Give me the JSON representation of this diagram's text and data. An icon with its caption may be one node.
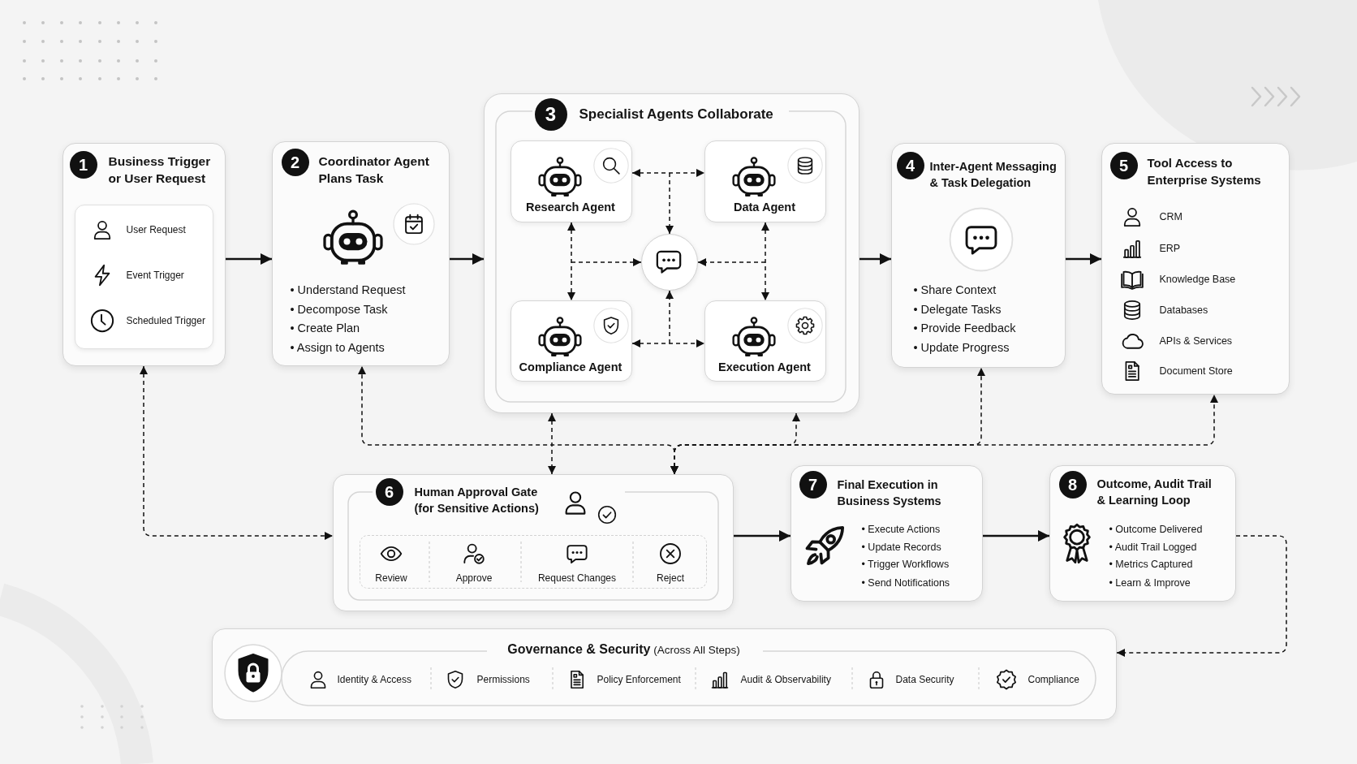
{
  "diagram": {
    "nodes": [
      {
        "text": [
          "1",
          "Business Trigger or User Request"
        ]
      },
      {
        "text": [
          "User Request",
          "Event Trigger",
          "Scheduled Trigger"
        ],
        "in": 0
      },
      {
        "text": [
          "2",
          "Coordinator Agent Plans Task",
          "• Understand Request",
          "• Decompose Task",
          "• Create Plan",
          "• Assign to Agents"
        ]
      },
      {
        "text": [
          "3",
          "Specialist Agents Collaborate"
        ]
      },
      {
        "text": [
          "Research Agent"
        ],
        "in": 3
      },
      {
        "text": [
          "Data Agent"
        ],
        "in": 3
      },
      {
        "text": [],
        "shape": "circle",
        "in": 3
      },
      {
        "text": [
          "Compliance Agent"
        ],
        "in": 3
      },
      {
        "text": [
          "Execution Agent"
        ],
        "in": 3
      },
      {
        "text": [
          "4",
          "Inter-Agent Messaging & Task Delegation",
          "• Share Context",
          "• Delegate Tasks",
          "• Provide Feedback",
          "• Update Progress"
        ]
      },
      {
        "text": [
          "5",
          "Tool Access to Enterprise Systems",
          "CRM",
          "ERP",
          "Knowledge Base",
          "Databases",
          "APIs & Services",
          "Document Store"
        ]
      },
      {
        "text": [
          "6",
          "Human Approval Gate (for Sensitive Actions)"
        ]
      },
      {
        "text": [
          "Review",
          "Approve",
          "Request Changes",
          "Reject"
        ],
        "in": 11
      },
      {
        "text": [
          "7",
          "Final Execution in Business Systems",
          "• Execute Actions",
          "• Update Records",
          "• Trigger Workflows",
          "• Send Notifications"
        ]
      },
      {
        "text": [
          "8",
          "Outcome, Audit Trail & Learning Loop",
          "• Outcome Delivered",
          "• Audit Trail Logged",
          "• Metrics Captured",
          "• Learn & Improve"
        ]
      },
      {
        "text": [
          "**Governance & Security** (Across All Steps)",
          "Identity & Access",
          "Permissions",
          "Policy Enforcement",
          "Audit & Observability",
          "Data Security",
          "Compliance"
        ]
      }
    ],
    "edges": [
      {
        "from": 0,
        "to": 2,
        "arrow": "to"
      },
      {
        "from": 2,
        "to": 3,
        "arrow": "to"
      },
      {
        "from": 3,
        "to": 9,
        "arrow": "to"
      },
      {
        "from": 9,
        "to": 10,
        "arrow": "to"
      },
      {
        "from": 4,
        "to": 5,
        "arrow": "both",
        "style": "dashed"
      },
      {
        "from": 4,
        "to": 7,
        "arrow": "both",
        "style": "dashed"
      },
      {
        "from": 5,
        "to": 8,
        "arrow": "both",
        "style": "dashed"
      },
      {
        "from": 7,
        "to": 8,
        "arrow": "both",
        "style": "dashed"
      },
      {
        "from": null,
        "to": 6,
        "arrow": "to",
        "style": "dashed"
      },
      {
        "from": null,
        "to": 6,
        "arrow": "to",
        "style": "dashed"
      },
      {
        "from": null,
        "to": 6,
        "arrow": "to",
        "style": "dashed"
      },
      {
        "from": null,
        "to": 6,
        "arrow": "to",
        "style": "dashed"
      },
      {
        "from": 0,
        "to": 11,
        "arrow": "both",
        "style": "dashed"
      },
      {
        "from": 3,
        "to": 11,
        "arrow": "both",
        "style": "dashed"
      },
      {
        "from": 11,
        "to": 2,
        "arrow": "both",
        "style": "dashed"
      },
      {
        "from": 11,
        "to": 3,
        "arrow": "both",
        "style": "dashed"
      },
      {
        "from": 11,
        "to": 9,
        "arrow": "both",
        "style": "dashed"
      },
      {
        "from": 11,
        "to": 10,
        "arrow": "both",
        "style": "dashed"
      },
      {
        "from": 11,
        "to": 13,
        "arrow": "to"
      },
      {
        "from": 13,
        "to": 14,
        "arrow": "to"
      },
      {
        "from": 14,
        "to": 15,
        "arrow": "to",
        "style": "dashed"
      }
    ]
  }
}
